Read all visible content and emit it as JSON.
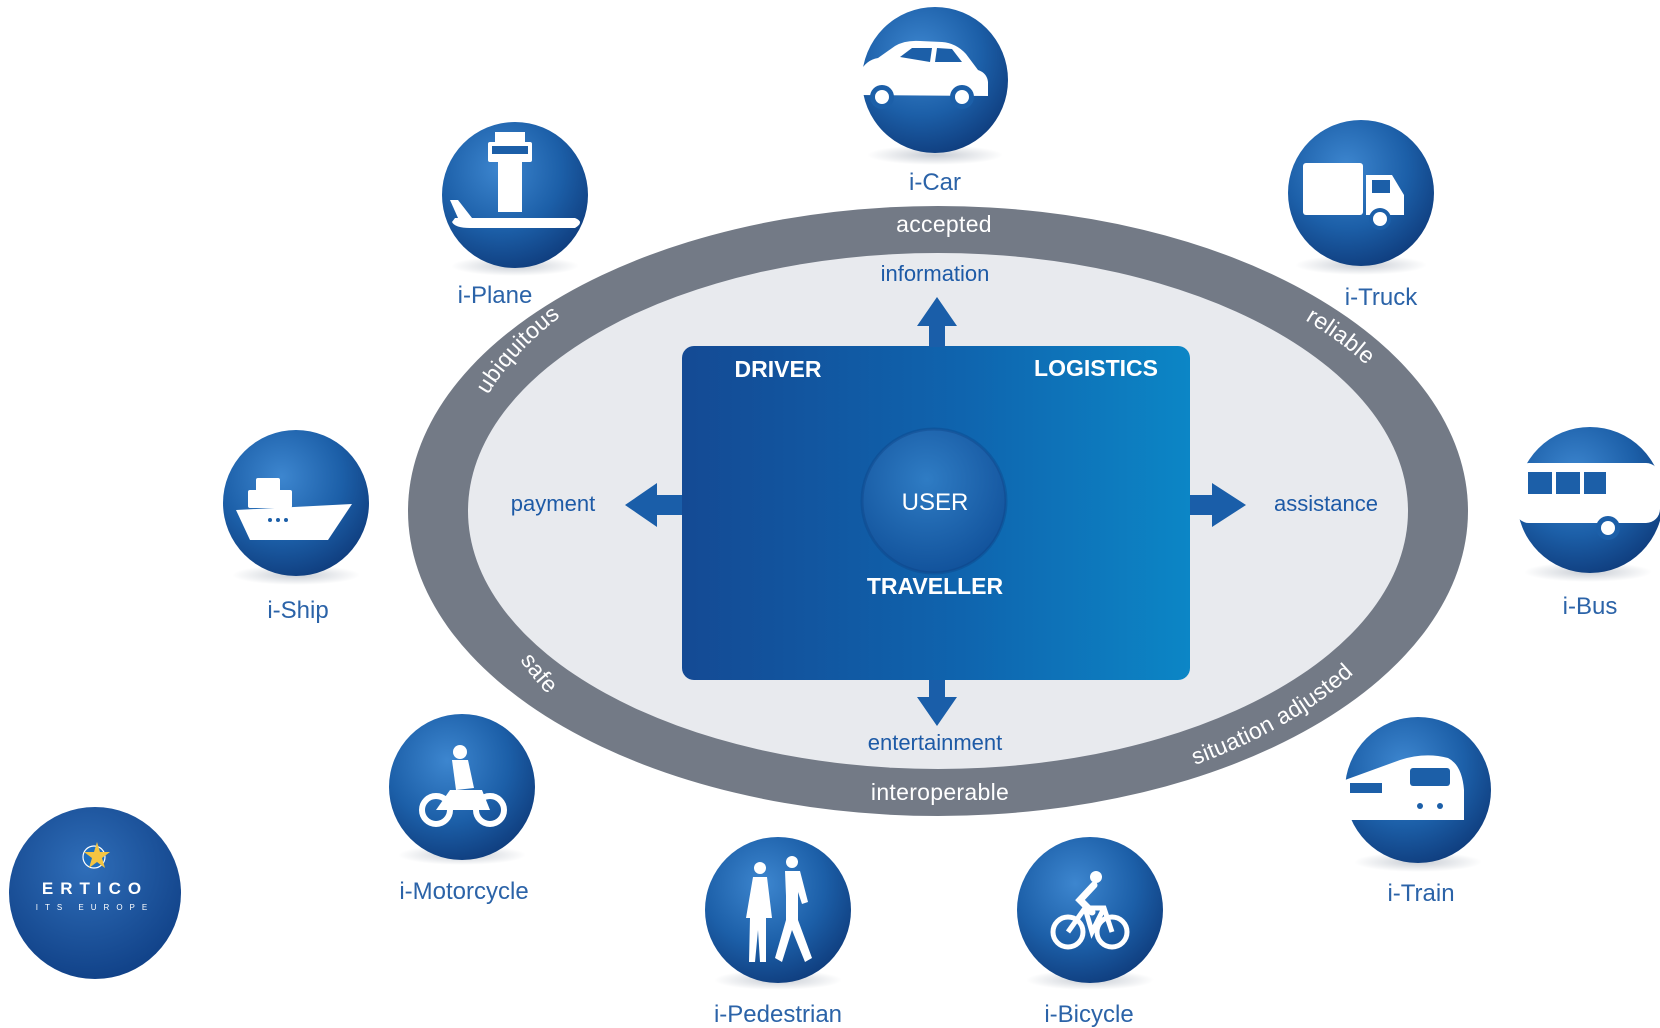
{
  "ring_words": {
    "top": "accepted",
    "top_right": "reliable",
    "bottom_right": "situation adjusted",
    "bottom": "interoperable",
    "bottom_left": "safe",
    "top_left": "ubiquitous"
  },
  "inner_words": {
    "top": "information",
    "left": "payment",
    "right": "assistance",
    "bottom": "entertainment"
  },
  "center": {
    "role_driver": "DRIVER",
    "role_logistics": "LOGISTICS",
    "role_user": "USER",
    "role_traveller": "TRAVELLER"
  },
  "nodes": {
    "car": "i-Car",
    "truck": "i-Truck",
    "bus": "i-Bus",
    "train": "i-Train",
    "bicycle": "i-Bicycle",
    "pedestrian": "i-Pedestrian",
    "motorcycle": "i-Motorcycle",
    "ship": "i-Ship",
    "plane": "i-Plane"
  },
  "logo": {
    "name": "ERTICO",
    "tagline": "ITS EUROPE"
  },
  "colors": {
    "node_blue": "#1c5fa8",
    "ring_gray": "#737a86",
    "ellipse_fill": "#e8eaee",
    "panel_dark": "#144a94",
    "panel_light": "#0c86c6",
    "label_blue": "#2b63a8"
  }
}
